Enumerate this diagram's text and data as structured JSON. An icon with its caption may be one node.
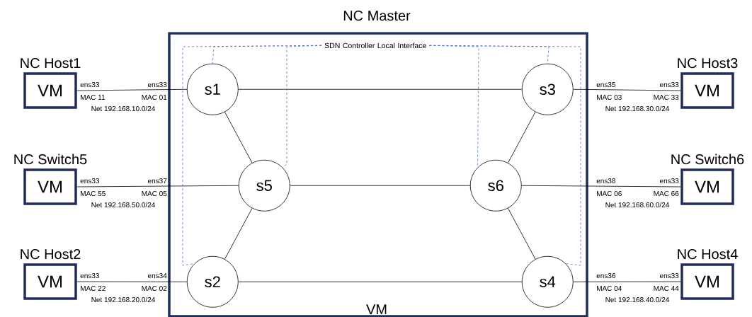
{
  "diagram": {
    "nodes": [
      {
        "text": [
          "NC Master",
          "VM"
        ]
      },
      {
        "text": [
          "s1"
        ],
        "in": 0
      },
      {
        "text": [
          "s3"
        ],
        "in": 0
      },
      {
        "text": [
          "s5"
        ],
        "in": 0
      },
      {
        "text": [
          "s6"
        ],
        "in": 0
      },
      {
        "text": [
          "s2"
        ],
        "in": 0
      },
      {
        "text": [
          "s4"
        ],
        "in": 0
      },
      {
        "text": [
          "NC Host1",
          "VM"
        ]
      },
      {
        "text": [
          "NC Host3",
          "VM"
        ]
      },
      {
        "text": [
          "NC Switch5",
          "VM"
        ]
      },
      {
        "text": [
          "NC Switch6",
          "VM"
        ]
      },
      {
        "text": [
          "NC Host2",
          "VM"
        ]
      },
      {
        "text": [
          "NC Host4",
          "VM"
        ]
      },
      {
        "text": [
          "SDN Controller Local Interface"
        ],
        "in": 0
      }
    ],
    "edges": [
      {
        "from": 1,
        "to": 2,
        "arrow": "none"
      },
      {
        "from": 1,
        "to": 3,
        "arrow": "none"
      },
      {
        "from": 2,
        "to": 4,
        "arrow": "none"
      },
      {
        "from": 3,
        "to": 4,
        "arrow": "none"
      },
      {
        "from": 3,
        "to": 5,
        "arrow": "none"
      },
      {
        "from": 4,
        "to": 6,
        "arrow": "none"
      },
      {
        "from": 5,
        "to": 6,
        "arrow": "none"
      },
      {
        "from": 7,
        "to": 1,
        "arrow": "none",
        "label": "Net 192.168.10.0/24"
      },
      {
        "from": 8,
        "to": 2,
        "arrow": "none",
        "label": "Net 192.168.30.0/24"
      },
      {
        "from": 9,
        "to": 3,
        "arrow": "none",
        "label": "Net 192.168.50.0/24"
      },
      {
        "from": 10,
        "to": 4,
        "arrow": "none",
        "label": "Net 192.168.60.0/24"
      },
      {
        "from": 11,
        "to": 5,
        "arrow": "none",
        "label": "Net 192.168.20.0/24"
      },
      {
        "from": 12,
        "to": 6,
        "arrow": "none",
        "label": "Net 192.168.40.0/24"
      },
      {
        "from": 13,
        "to": 1,
        "arrow": "none",
        "style": "dashed",
        "color": "#4472c4"
      },
      {
        "from": 13,
        "to": 3,
        "arrow": "none",
        "style": "dashed",
        "color": "#4472c4"
      },
      {
        "from": 13,
        "to": 5,
        "arrow": "none",
        "style": "dashed",
        "color": "#4472c4"
      },
      {
        "from": 13,
        "to": 2,
        "arrow": "none",
        "style": "dashed",
        "color": "#4472c4"
      },
      {
        "from": 13,
        "to": 4,
        "arrow": "none",
        "style": "dashed",
        "color": "#4472c4"
      },
      {
        "from": 13,
        "to": 6,
        "arrow": "none",
        "style": "dashed",
        "color": "#4472c4"
      }
    ],
    "labels": [
      "ens33",
      "ens33",
      "MAC 11",
      "MAC 01",
      "ens35",
      "ens33",
      "MAC 03",
      "MAC 33",
      "ens33",
      "ens37",
      "MAC 55",
      "MAC 05",
      "ens38",
      "ens33",
      "MAC 06",
      "MAC 66",
      "ens33",
      "ens34",
      "MAC 22",
      "MAC 02",
      "ens36",
      "ens33",
      "MAC 04",
      "MAC 44"
    ]
  }
}
